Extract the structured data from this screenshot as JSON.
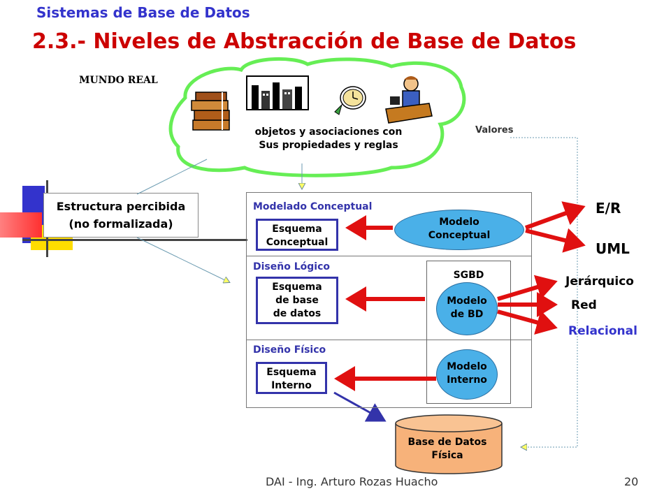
{
  "header": {
    "subtitle": "Sistemas de Base de Datos",
    "title": "2.3.- Niveles de Abstracción de Base de Datos"
  },
  "cloud": {
    "label": "MUNDO REAL",
    "line1": "objetos y asociaciones con",
    "line2": "Sus propiedades y reglas"
  },
  "valores": "Valores",
  "structure": {
    "line1": "Estructura percibida",
    "line2": "(no formalizada)"
  },
  "sections": {
    "conceptual": {
      "label": "Modelado Conceptual",
      "schema_line1": "Esquema",
      "schema_line2": "Conceptual",
      "model_line1": "Modelo",
      "model_line2": "Conceptual"
    },
    "logical": {
      "label": "Diseño Lógico",
      "schema_line1": "Esquema",
      "schema_line2": "de base",
      "schema_line3": "de datos",
      "sgbd": "SGBD",
      "model_line1": "Modelo",
      "model_line2": "de BD"
    },
    "physical": {
      "label": "Diseño Físico",
      "schema_line1": "Esquema",
      "schema_line2": "Interno",
      "model_line1": "Modelo",
      "model_line2": "Interno"
    }
  },
  "database": {
    "line1": "Base de Datos",
    "line2": "Física"
  },
  "outputs": {
    "conceptual": [
      "E/R",
      "UML"
    ],
    "logical": [
      "Jerárquico",
      "Red",
      "Relacional"
    ]
  },
  "footer": {
    "text": "DAI - Ing. Arturo Rozas Huacho",
    "page": "20"
  },
  "colors": {
    "title_red": "#cc0000",
    "subtitle_blue": "#3333cc",
    "cloud_green": "#66ee55",
    "ellipse_blue": "#4ab0e8",
    "arrow_red": "#e01010",
    "cylinder_orange": "#f7b27a"
  }
}
